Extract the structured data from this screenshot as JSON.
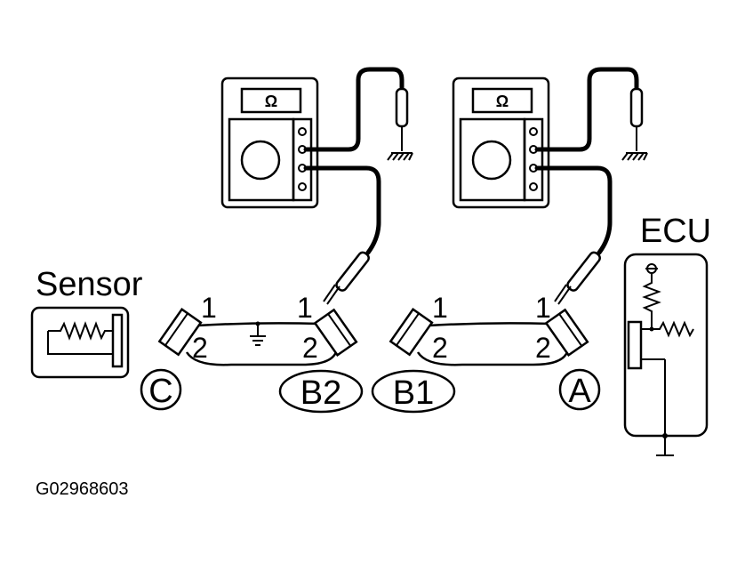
{
  "meters": {
    "left": {
      "unit": "Ω"
    },
    "right": {
      "unit": "Ω"
    }
  },
  "labels": {
    "sensor": "Sensor",
    "ecu": "ECU",
    "figure_id": "G02968603"
  },
  "connectors": {
    "c": {
      "letter": "C",
      "pin_top": "",
      "pin_bottom": ""
    },
    "b2": {
      "letter": "B2",
      "pin_top_left": "1",
      "pin_top_right": "1",
      "pin_bottom_left": "2",
      "pin_bottom_right": "2"
    },
    "b1": {
      "letter": "B1",
      "pin_top_left": "1",
      "pin_top_right": "1",
      "pin_bottom_left": "2",
      "pin_bottom_right": "2"
    },
    "a": {
      "letter": "A"
    }
  }
}
